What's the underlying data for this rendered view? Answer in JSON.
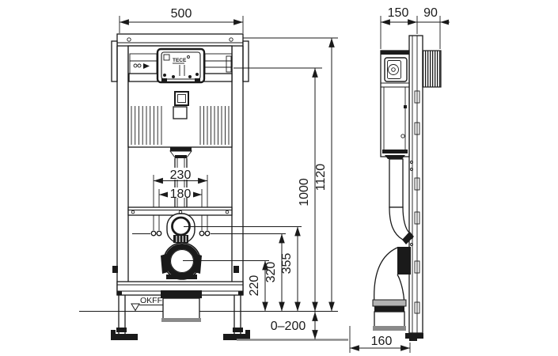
{
  "brand": "TECE",
  "front_view": {
    "dims": {
      "width": "500",
      "rod_spacing_outer": "230",
      "rod_spacing_inner": "180",
      "h_waste_outlet": "220",
      "h_threaded_rods": "320",
      "h_flush_bend": "355",
      "h_1000": "1000",
      "h_total": "1120",
      "feet_adjust_range": "0–200"
    },
    "labels": {
      "floor_level": "OKFF"
    }
  },
  "side_view": {
    "dims": {
      "depth_cistern": "150",
      "depth_wall": "90",
      "bottom_width": "160"
    }
  }
}
